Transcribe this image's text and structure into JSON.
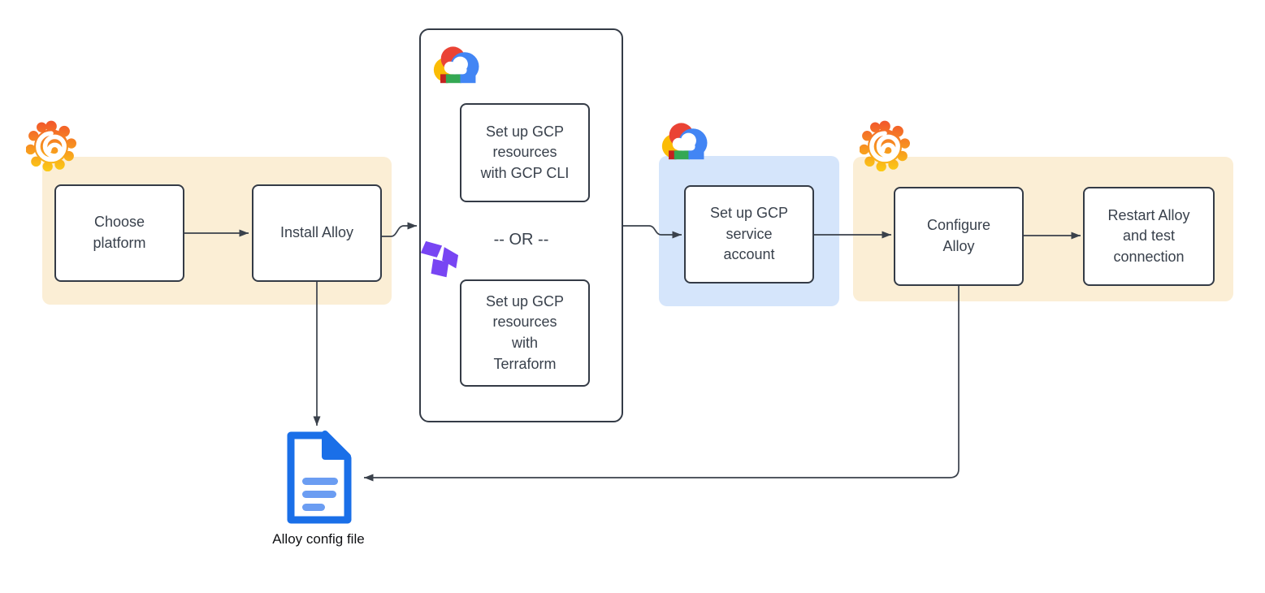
{
  "diagram": {
    "or_divider": "-- OR --",
    "nodes": {
      "choose_platform": {
        "label": "Choose\nplatform"
      },
      "install_alloy": {
        "label": "Install Alloy"
      },
      "gcp_cli": {
        "label": "Set up GCP\nresources\nwith GCP CLI"
      },
      "terraform": {
        "label": "Set up GCP\nresources\nwith\nTerraform"
      },
      "service_account": {
        "label": "Set up GCP\nservice\naccount"
      },
      "configure_alloy": {
        "label": "Configure\nAlloy"
      },
      "restart_alloy": {
        "label": "Restart Alloy\nand test\nconnection"
      },
      "config_file": {
        "label": "Alloy config file"
      }
    },
    "icons": {
      "grafana": "grafana-icon",
      "gcp": "gcp-cloud-icon",
      "terraform": "terraform-icon",
      "document": "document-icon"
    },
    "colors": {
      "grafana_group_bg": "#FBEED5",
      "gcp_group_bg": "#D5E5FB",
      "terraform_group_bg": "#E2DEFB",
      "node_border": "#343B46",
      "node_text": "#39414C",
      "arrow": "#3A414B",
      "grafana_orange": "#F2552C",
      "grafana_yellow": "#FBCA16",
      "gcp_red": "#EA4335",
      "gcp_blue": "#4285F4",
      "gcp_yellow": "#FBBC05",
      "gcp_green": "#34A853",
      "terraform_purple": "#7845F3",
      "document_blue": "#1A6FE8"
    }
  }
}
